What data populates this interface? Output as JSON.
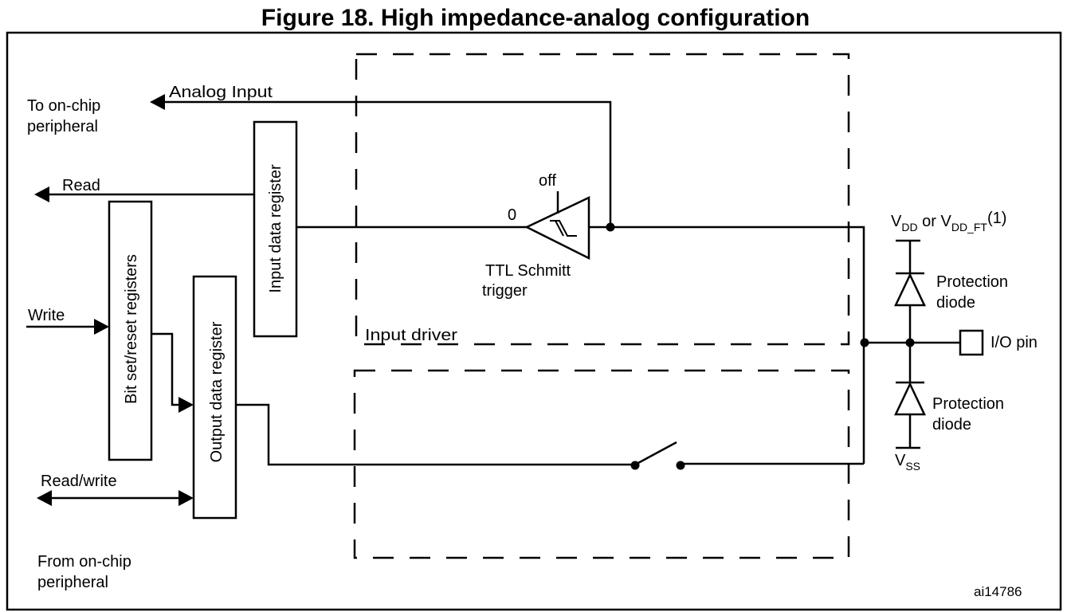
{
  "figure": {
    "title": "Figure 18. High impedance-analog configuration",
    "reference_id": "ai14786"
  },
  "labels": {
    "to_on_chip_line1": "To on-chip",
    "to_on_chip_line2": "peripheral",
    "from_on_chip_line1": "From on-chip",
    "from_on_chip_line2": "peripheral",
    "analog_input": "Analog Input",
    "read": "Read",
    "write": "Write",
    "read_write": "Read/write",
    "input_driver": "Input driver",
    "schmitt_off": "off",
    "schmitt_input_zero": "0",
    "schmitt_line1": "TTL Schmitt",
    "schmitt_line2": "trigger",
    "protection_diode_line1": "Protection",
    "protection_diode_line2": "diode",
    "io_pin": "I/O pin"
  },
  "supply": {
    "vdd_main": "V",
    "vdd_sub": "DD",
    "vdd_or": " or V",
    "vddft_sub": "DD_FT",
    "vdd_note": "(1)",
    "vss_main": "V",
    "vss_sub": "SS"
  },
  "blocks": {
    "input_data_register": "Input data register",
    "bit_set_reset_registers": "Bit set/reset registers",
    "output_data_register": "Output data register"
  }
}
